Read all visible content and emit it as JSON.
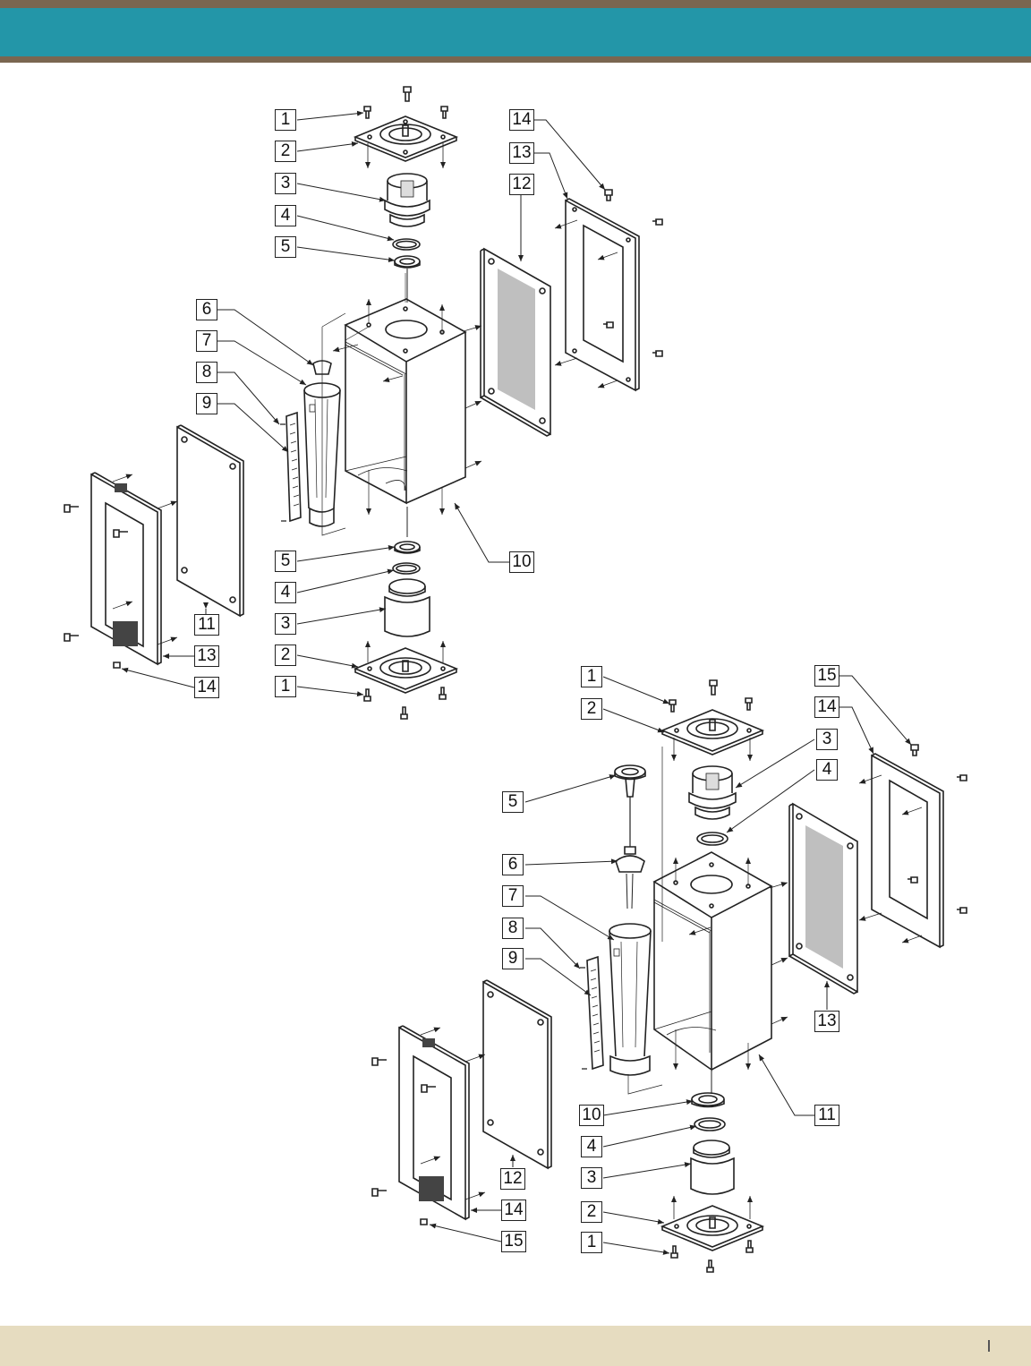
{
  "colors": {
    "header_edge": "#7a6650",
    "header_band": "#2396a8",
    "footer": "#e6dcc0",
    "footer_mark": "#555555",
    "line": "#222222",
    "shade": "#bfbfbf"
  },
  "diagram_a": {
    "callouts": {
      "c1_top": "1",
      "c2_top": "2",
      "c3_top": "3",
      "c4_top": "4",
      "c5_top": "5",
      "c6": "6",
      "c7": "7",
      "c8": "8",
      "c9": "9",
      "c10": "10",
      "c11": "11",
      "c12": "12",
      "c13_top": "13",
      "c14_top": "14",
      "c5_bot": "5",
      "c4_bot": "4",
      "c3_bot": "3",
      "c2_bot": "2",
      "c1_bot": "1",
      "c13_bot": "13",
      "c14_bot": "14"
    }
  },
  "diagram_b": {
    "callouts": {
      "c1_top": "1",
      "c2_top": "2",
      "c3_top": "3",
      "c4_top": "4",
      "c5": "5",
      "c6": "6",
      "c7": "7",
      "c8": "8",
      "c9": "9",
      "c10": "10",
      "c11": "11",
      "c12": "12",
      "c13": "13",
      "c14_top": "14",
      "c15_top": "15",
      "c4_bot": "4",
      "c3_bot": "3",
      "c2_bot": "2",
      "c1_bot": "1",
      "c14_bot": "14",
      "c15_bot": "15"
    }
  }
}
